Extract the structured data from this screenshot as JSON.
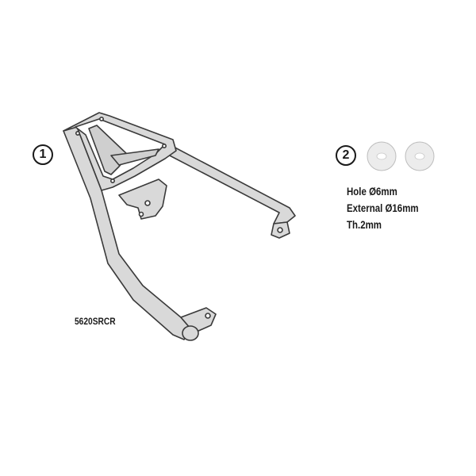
{
  "parts": [
    {
      "number": "1",
      "code": "5620SRCR",
      "icon": "rear-rack-frame-icon"
    },
    {
      "number": "2",
      "icon": "washer-icon",
      "specs": [
        "Hole Ø6mm",
        "External Ø16mm",
        "Th.2mm"
      ]
    }
  ],
  "colors": {
    "outline": "#3a3a3a",
    "fill": "#d9d9d9",
    "washer_fill": "#ececec",
    "washer_outline": "#bdbdbd"
  }
}
